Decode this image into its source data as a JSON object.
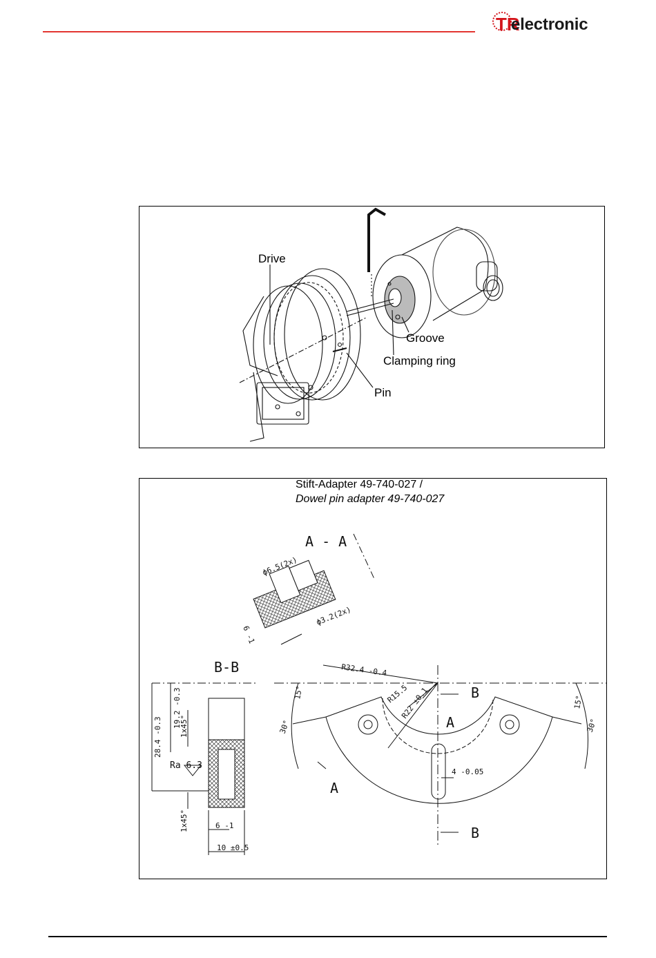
{
  "header": {
    "brand_mark": "TR",
    "brand_name": "electronic",
    "accent_color": "#e3342f"
  },
  "figure1": {
    "labels": {
      "drive": "Drive",
      "groove": "Groove",
      "clamping_ring": "Clamping ring",
      "pin": "Pin"
    }
  },
  "figure2": {
    "caption_de": "Stift-Adapter 49-740-027 /",
    "caption_en": "Dowel pin adapter 49-740-027",
    "section_aa": "A - A",
    "section_bb": "B-B",
    "marker_a": "A",
    "marker_b": "B",
    "dims": {
      "d65": "ϕ6.5(2x)",
      "d32": "ϕ3.2(2x)",
      "six": "6 -1",
      "r32": "R32.4 -0.4",
      "r155": "R15.5",
      "r22": "R22 ±0.1",
      "a15": "15°",
      "a30": "30°",
      "h284": "28.4 -0.3",
      "h192": "19.2 -0.3",
      "ch1": "1x45°",
      "ch2": "1x45°",
      "ra": "Ra 6.3",
      "w6": "6 -1",
      "w10": "10 ±0.5",
      "slot": "4 -0.05"
    }
  }
}
